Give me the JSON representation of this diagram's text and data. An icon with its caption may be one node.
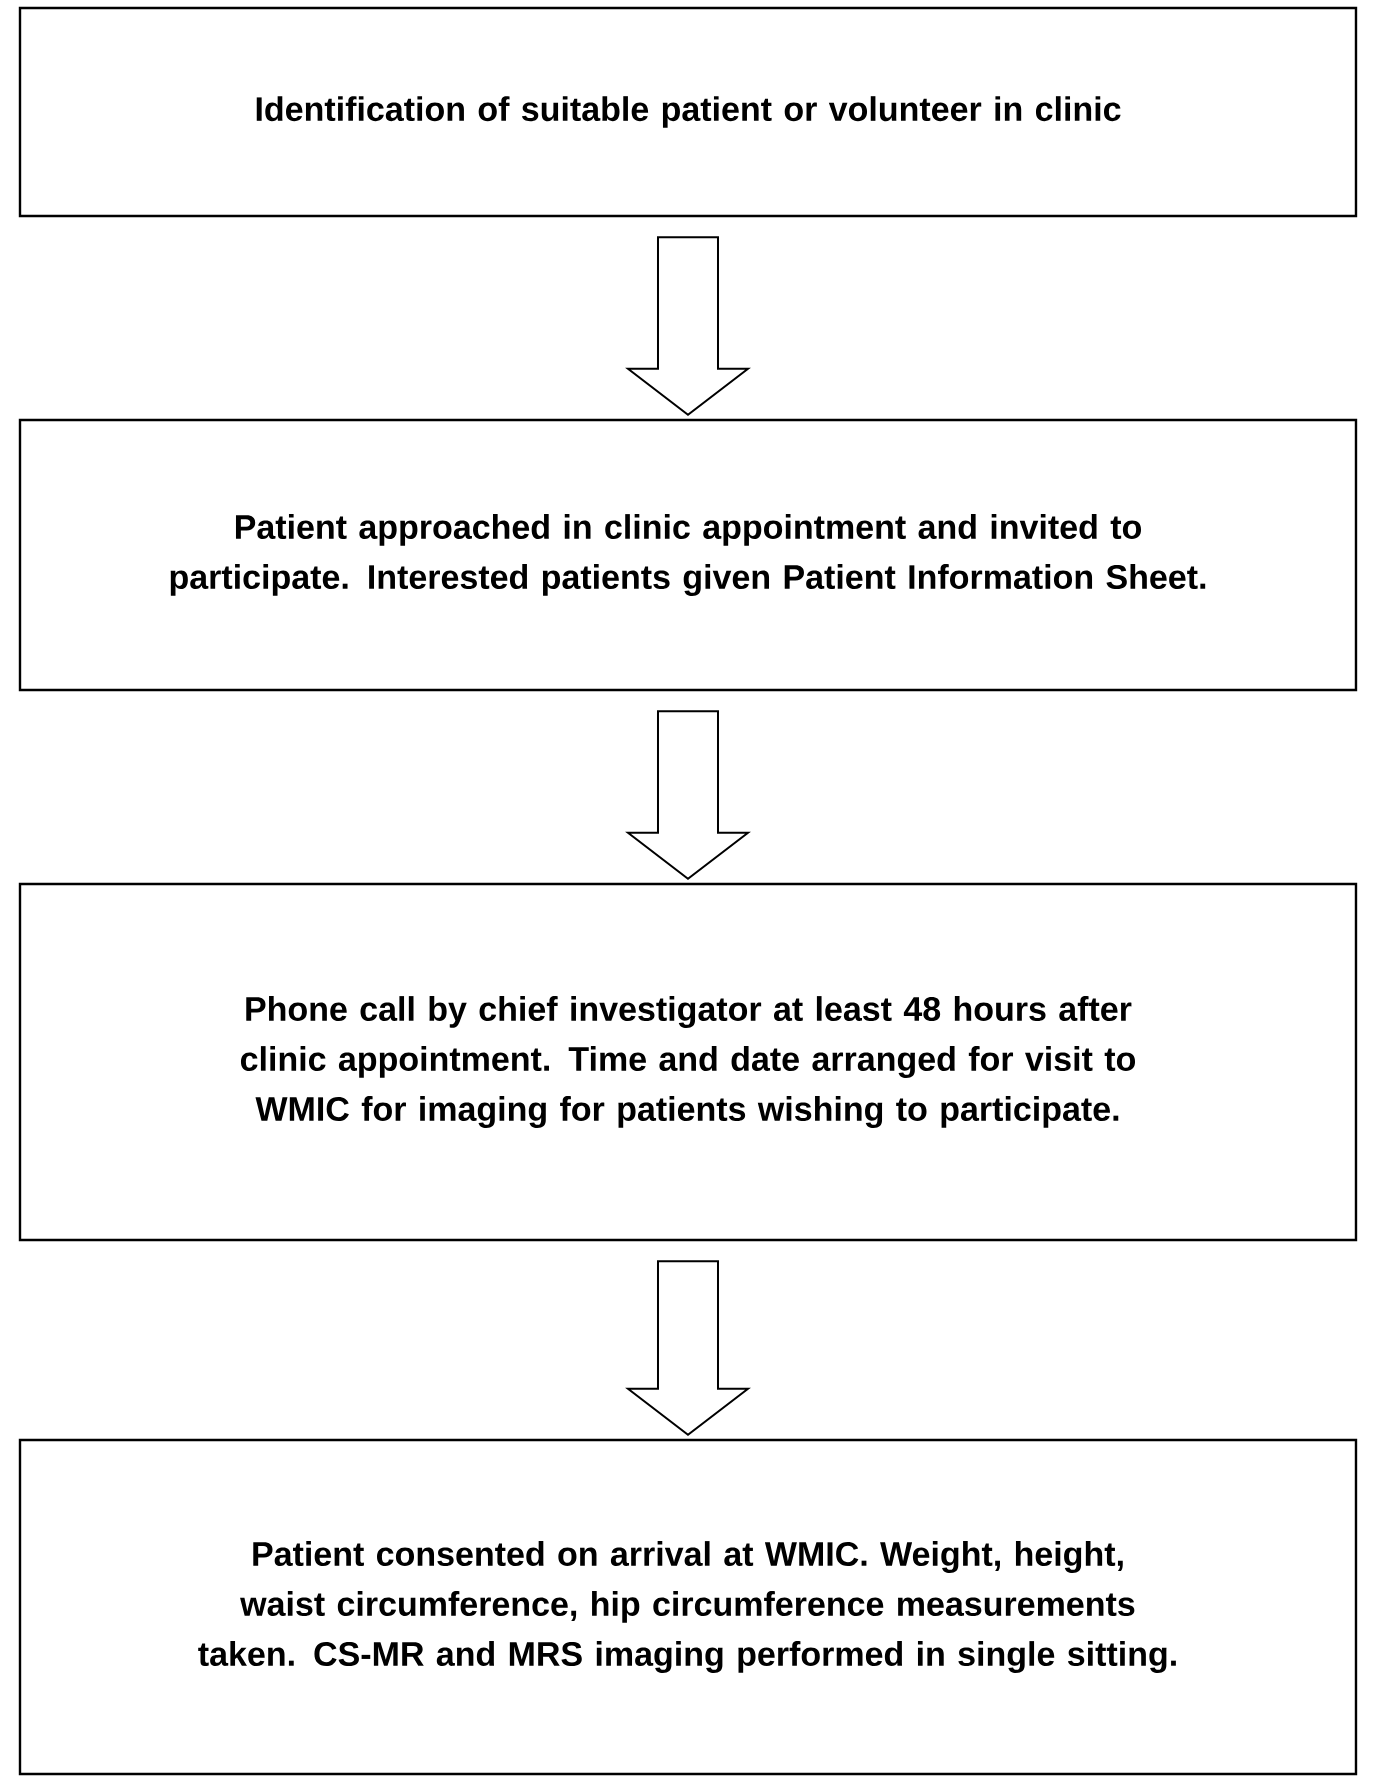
{
  "diagram": {
    "nodes": [
      {
        "text": [
          "Identification of suitable patient or volunteer in clinic"
        ]
      },
      {
        "text": [
          "Patient approached in clinic appointment and invited to participate. Interested patients given Patient Information Sheet."
        ]
      },
      {
        "text": [
          "Phone call by chief investigator at least 48 hours after clinic appointment. Time and date arranged for visit to WMIC for imaging for patients wishing to participate."
        ]
      },
      {
        "text": [
          "Patient consented on arrival at WMIC. Weight, height, waist circumference, hip circumference measurements taken. CS-MR and MRS imaging performed in single sitting."
        ]
      }
    ],
    "edges": [
      {
        "from": 0,
        "to": 1,
        "arrow": "to"
      },
      {
        "from": 1,
        "to": 2,
        "arrow": "to"
      },
      {
        "from": 2,
        "to": 3,
        "arrow": "to"
      }
    ]
  }
}
